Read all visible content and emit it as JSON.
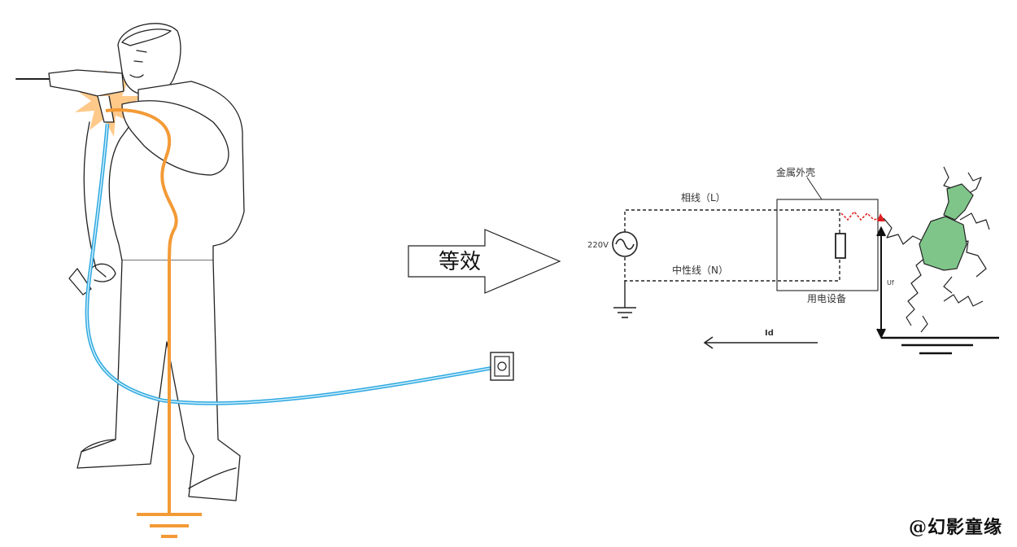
{
  "arrow_label": "等效",
  "circuit": {
    "enclosure_label": "金属外壳",
    "phase_line_label": "相线（L）",
    "neutral_line_label": "中性线（N）",
    "source_label": "220V",
    "equipment_label": "用电设备",
    "current_label": "Id",
    "voltage_label": "Uf"
  },
  "watermark": "@幻影童缘",
  "colors": {
    "ground_wire": "#f39a36",
    "cord": "#2fa9e0",
    "spark": "#ffc98a",
    "earth_patch": "#7fc58a",
    "fault_path": "#e02020"
  }
}
